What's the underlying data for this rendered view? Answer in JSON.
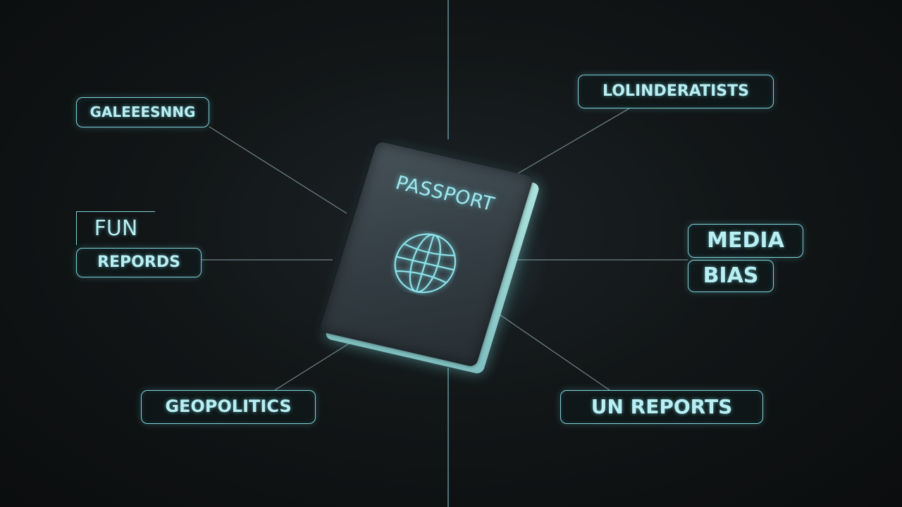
{
  "diagram": {
    "center": {
      "label": "PASSPORT",
      "icon": "globe-icon"
    },
    "nodes": {
      "top_left": "GALEEESNNG",
      "top_right": "LOLINDERATISTS",
      "left_fun": "FUN",
      "left_reports": "REPORDS",
      "bottom_left": "GEOPOLITICS",
      "right_media": "MEDIA",
      "right_bias": "BIAS",
      "bottom_right": "UN REPORTS"
    },
    "colors": {
      "accent": "#7fd3dc",
      "text": "#b9eef3",
      "background": "#121617",
      "passport_cover": "#3a454b",
      "passport_pages": "#9fd8d4"
    }
  }
}
